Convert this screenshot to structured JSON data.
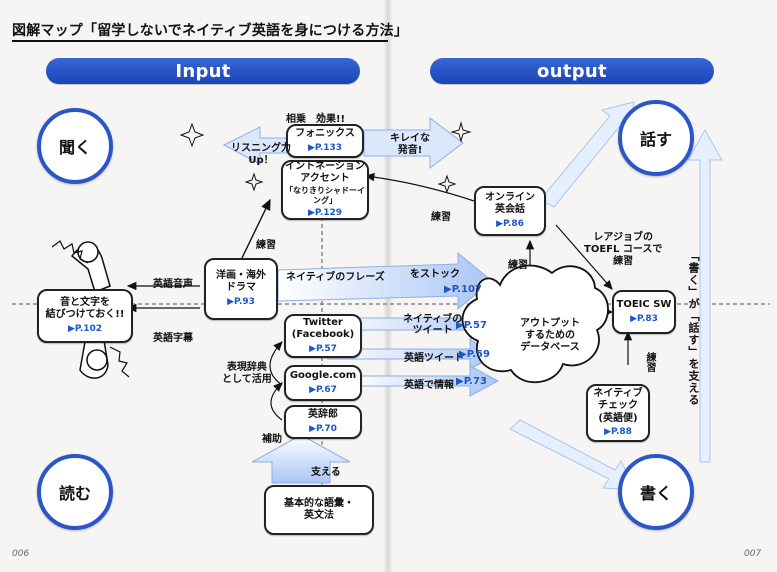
{
  "header": {
    "title": "図解マップ「留学しないでネイティブ英語を身につける方法」"
  },
  "banners": {
    "input": "Input",
    "output": "output"
  },
  "skills": {
    "listen": "聞く",
    "read": "読む",
    "speak": "話す",
    "write": "書く"
  },
  "nodes": {
    "synergy_label": "相乗　効果!!",
    "phonics": {
      "title": "フォニックス",
      "ref": "▶P.133"
    },
    "intonation": {
      "line1": "イントネーション",
      "line2": "アクセント",
      "line3": "「なりきりシャドーイング」",
      "ref": "▶P.129"
    },
    "drama": {
      "line1": "洋画・海外",
      "line2": "ドラマ",
      "ref": "▶P.93"
    },
    "sound_text": {
      "line1": "音と文字を",
      "line2": "結びつけておく!!",
      "ref": "▶P.102"
    },
    "twitter": {
      "line1": "Twitter",
      "line2": "(Facebook)",
      "ref": "▶P.57"
    },
    "google": {
      "title": "Google.com",
      "ref": "▶P.67"
    },
    "eijiro": {
      "title": "英辞郎",
      "ref": "▶P.70"
    },
    "vocab": {
      "line1": "基本的な語彙・",
      "line2": "英文法"
    },
    "online": {
      "line1": "オンライン",
      "line2": "英会話",
      "ref": "▶P.86"
    },
    "toeic": {
      "title": "TOEIC SW",
      "ref": "▶P.83"
    },
    "native_check": {
      "line1": "ネイティブ",
      "line2": "チェック",
      "line3": "(英語便)",
      "ref": "▶P.88"
    },
    "output_db": {
      "line1": "アウトプット",
      "line2": "するための",
      "line3": "データベース"
    }
  },
  "arrows": {
    "listening_up": {
      "line1": "リスニング力",
      "line2": "Up！"
    },
    "clear_pronunciation": {
      "line1": "キレイな",
      "line2": "発音!"
    },
    "native_phrases": "ネイティブのフレーズ",
    "stock": "をストック",
    "stock_ref": "▶P.107",
    "native_tweet_line1": "ネイティブの",
    "native_tweet_line2": "ツイート",
    "native_tweet_ref": "▶P.57",
    "english_tweet": "英語ツイート",
    "english_tweet_ref": "▶P.59",
    "english_info": "英語で情報",
    "english_info_ref": "▶P.73",
    "practice_1": "練習",
    "practice_2": "練習",
    "practice_3": "練習",
    "practice_4": "練習",
    "english_audio": "英語音声",
    "english_subtitles": "英語字幕",
    "expression_dictionary_line1": "表現辞典",
    "expression_dictionary_line2": "として活用",
    "support": "補助",
    "supports": "支える",
    "level_up_line1": "レアジョブの",
    "level_up_line2": "TOEFL コースで",
    "level_up_line3": "練習",
    "write_speak": "「書く」が「話す」を支える"
  },
  "page_numbers": {
    "left": "006",
    "right": "007"
  },
  "colors": {
    "blue": "#2a56c8",
    "light_blue": "#dbe8fb",
    "dark_text": "#111111"
  }
}
